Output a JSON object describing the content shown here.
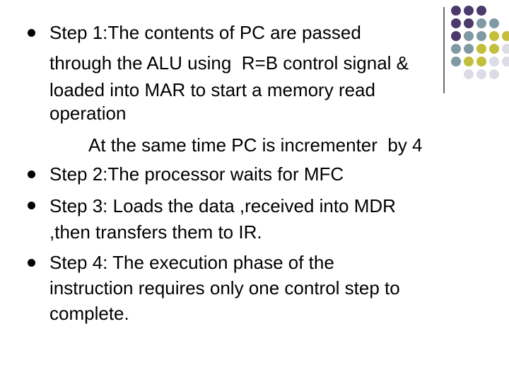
{
  "slide": {
    "bullets": [
      {
        "lines": [
          "Step 1:The contents of PC are passed",
          "through the ALU using  R=B control signal &",
          "loaded into MAR to start a memory read",
          "operation",
          "At the same time PC is incrementer  by 4"
        ]
      },
      {
        "lines": [
          "Step 2:The processor waits for MFC"
        ]
      },
      {
        "lines": [
          "Step 3: Loads the data ,received into MDR",
          ",then transfers them to IR."
        ]
      },
      {
        "lines": [
          "Step 4: The execution phase of the",
          "instruction requires only one control step to",
          "complete."
        ]
      }
    ]
  },
  "decoration": {
    "colors": {
      "purple": "#4b3a6b",
      "teal": "#7f9aa2",
      "olive": "#c2bf3a",
      "light": "#dcdce6"
    }
  }
}
